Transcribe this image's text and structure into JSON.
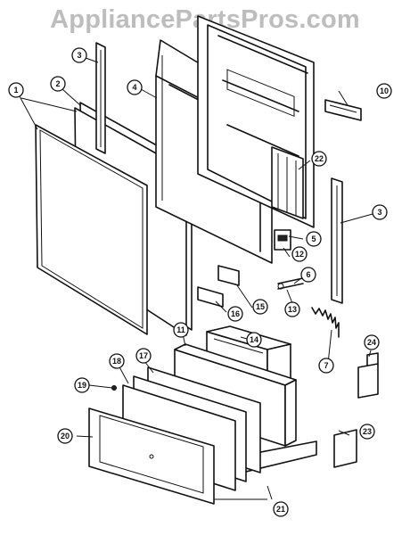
{
  "watermark": "AppliancePartsPros.com",
  "callouts": [
    "1",
    "2",
    "3",
    "4",
    "5",
    "6",
    "7",
    "10",
    "11",
    "12",
    "13",
    "14",
    "15",
    "16",
    "17",
    "18",
    "19",
    "20",
    "21",
    "22",
    "23",
    "24"
  ]
}
